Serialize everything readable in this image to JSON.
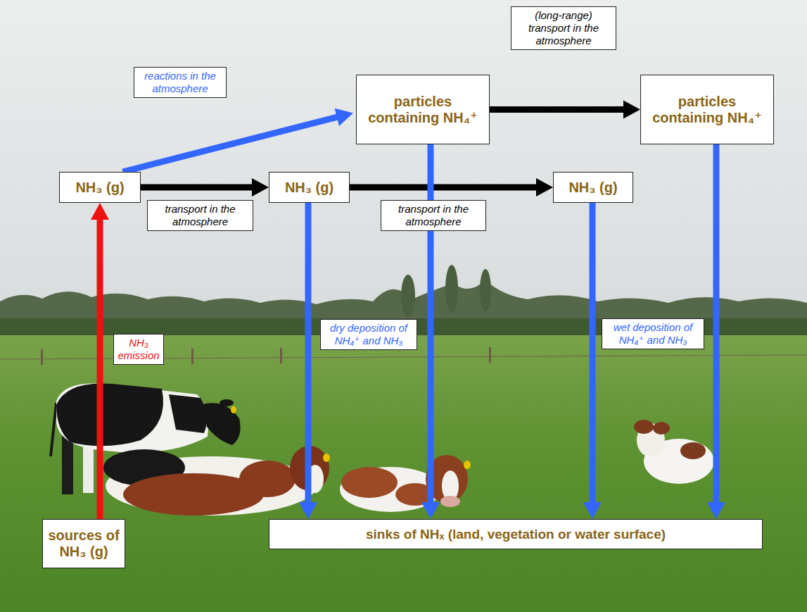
{
  "diagram": {
    "nodes": [
      {
        "text": [
          "particles containing NH₄⁺"
        ]
      },
      {
        "text": [
          "particles containing NH₄⁺"
        ]
      },
      {
        "text": [
          "NH₃ (g)"
        ]
      },
      {
        "text": [
          "NH₃ (g)"
        ]
      },
      {
        "text": [
          "NH₃ (g)"
        ]
      },
      {
        "text": [
          "sources of NH₃ (g)"
        ]
      },
      {
        "text": [
          "sinks of NHₓ (land, vegetation or water surface)"
        ]
      }
    ],
    "edges": [
      {
        "from": 5,
        "to": 2,
        "arrow": "to",
        "label": "NH₃ emission"
      },
      {
        "from": 2,
        "to": 0,
        "arrow": "to",
        "label": "reactions in the atmosphere"
      },
      {
        "from": 2,
        "to": 3,
        "arrow": "to",
        "label": "transport in the atmosphere"
      },
      {
        "from": 3,
        "to": 4,
        "arrow": "to",
        "label": "transport in the atmosphere"
      },
      {
        "from": 0,
        "to": 1,
        "arrow": "to",
        "label": "(long-range) transport in the atmosphere"
      },
      {
        "from": 3,
        "to": 6,
        "arrow": "to",
        "label": "dry deposition of NH₄⁺ and NH₃"
      },
      {
        "from": 0,
        "to": 6,
        "arrow": "to"
      },
      {
        "from": 4,
        "to": 6,
        "arrow": "to",
        "label": "wet deposition of NH₄⁺ and NH₃"
      },
      {
        "from": 1,
        "to": 6,
        "arrow": "to"
      }
    ]
  }
}
